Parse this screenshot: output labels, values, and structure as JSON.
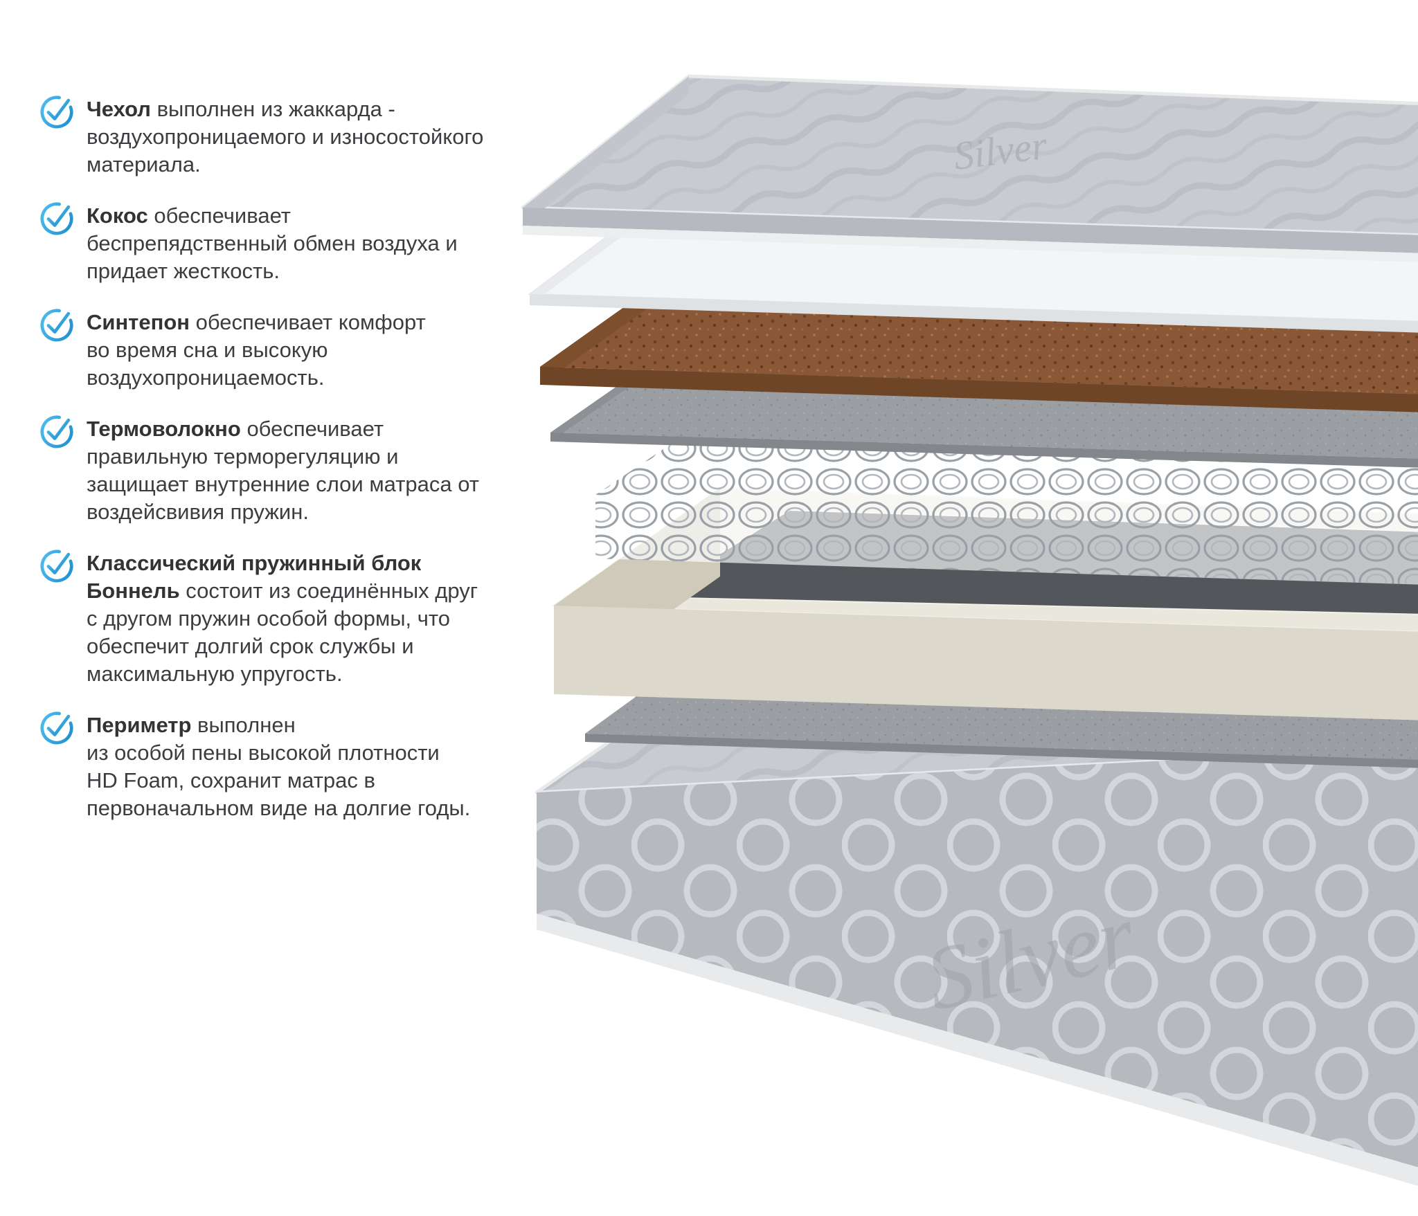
{
  "colors": {
    "accent": "#2ba5de",
    "text": "#3b3d40",
    "background": "#ffffff",
    "cover_gray": "#c8ccd1",
    "coconut_brown": "#8a5837",
    "felt_gray": "#9b9ea3",
    "foam_cream": "#eae7dd"
  },
  "features": [
    {
      "bold": "Чехол",
      "text": " выполнен из жаккарда -\nвоздухопроницаемого и износостойкого\nматериала."
    },
    {
      "bold": "Кокос",
      "text": " обеспечивает\nбеспрепядственный обмен воздуха и\nпридает жесткость."
    },
    {
      "bold": "Синтепон",
      "text": " обеспечивает комфорт\nво время сна и высокую\nвоздухопроницаемость."
    },
    {
      "bold": "Термоволокно",
      "text": " обеспечивает\nправильную терморегуляцию и\nзащищает внутренние слои матраса от\nвоздейсвивия пружин."
    },
    {
      "bold": "Классический пружинный блок\nБоннель",
      "text": " состоит из соединённых друг\nс другом пружин особой формы, что\nобеспечит долгий срок службы и\nмаксимальную упругость."
    },
    {
      "bold": "Периметр",
      "text": " выполнен\nиз особой пены высокой плотности\nHD Foam, сохранит матрас в\nпервоначальном виде на долгие годы."
    }
  ],
  "illustration": {
    "fabric_text": "Silver",
    "layer_names": [
      "jacquard-cover",
      "sintepon-foam-sheet",
      "coconut-coir-layer",
      "thermo-fiber-felt",
      "bonnell-spring-block",
      "hd-foam-perimeter-frame",
      "thermo-fiber-felt-bottom",
      "mattress-base"
    ]
  }
}
